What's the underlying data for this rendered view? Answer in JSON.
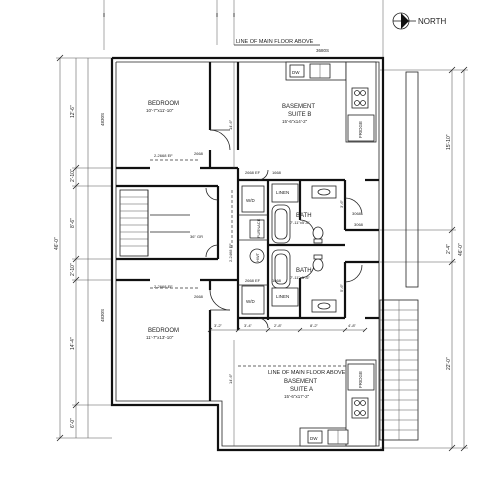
{
  "north": {
    "label": "NORTH"
  },
  "notes": {
    "main_floor_above_top": "LINE OF MAIN FLOOR ABOVE",
    "main_floor_above_bottom": "LINE OF MAIN FLOOR ABOVE"
  },
  "rooms": {
    "bedroom_top": {
      "name": "BEDROOM",
      "size": "10'-7\"x11'-10\""
    },
    "bedroom_bottom": {
      "name": "BEDROOM",
      "size": "11'-7\"x13'-10\""
    },
    "suite_b": {
      "line1": "BASEMENT",
      "line2": "SUITE B",
      "size": "15'-6\"x14'-2\""
    },
    "suite_a": {
      "line1": "BASEMENT",
      "line2": "SUITE A",
      "size": "15'-6\"x17'-2\""
    },
    "bath_top": {
      "name": "BATH",
      "size": "7'-11\"x5'-6\""
    },
    "bath_bottom": {
      "name": "BATH",
      "size": "7'-11\"x5'-6\""
    }
  },
  "fixtures": {
    "dw_top": "DW",
    "dw_bottom": "DW",
    "fridge_top": "FRIDGE",
    "fridge_bottom": "FRIDGE",
    "linen_top": "LINEN",
    "linen_bottom": "LINEN",
    "wd_top": "W/D",
    "wd_bottom": "W/D",
    "furnace": "FURNACE",
    "hwt": "HWT"
  },
  "dimensions": {
    "top_window": "3680S",
    "door_bed_top": "2-2668 EF",
    "door_2668_top": "2668",
    "door_2668_mid": "2668 EF",
    "door_1668": "1668",
    "door_2468_mid": "2-2468 EF",
    "door_3068_top": "3068",
    "door_3068_mid": "3068",
    "door_bed_bot": "2-2668 EF",
    "door_2668_bot": "2668",
    "door_2668_bot2": "2668 EF",
    "door_1668_bot": "1668",
    "row_a": "3'-2\"",
    "row_b": "3'-4\"",
    "row_c": "2'-8\"",
    "row_d": "8'-2\"",
    "row_e": "4'-8\"",
    "left_total": "46'-0\"",
    "left_1": "12'-6\"",
    "left_2": "2'-10\"",
    "left_3": "8'-6\"",
    "left_4": "2'-10\"",
    "left_5": "14'-4\"",
    "left_6": "6'-0\"",
    "right_total": "46'-0\"",
    "right_1": "15'-10\"",
    "right_2": "2'-4\"",
    "right_3": "22'-0\"",
    "win_left_top": "4830S",
    "win_left_bot": "4830S",
    "inner_v1": "14'-6\"",
    "inner_v2": "14'-6\"",
    "inner_v3": "3'-6\"",
    "inner_v4": "5'-6\""
  }
}
